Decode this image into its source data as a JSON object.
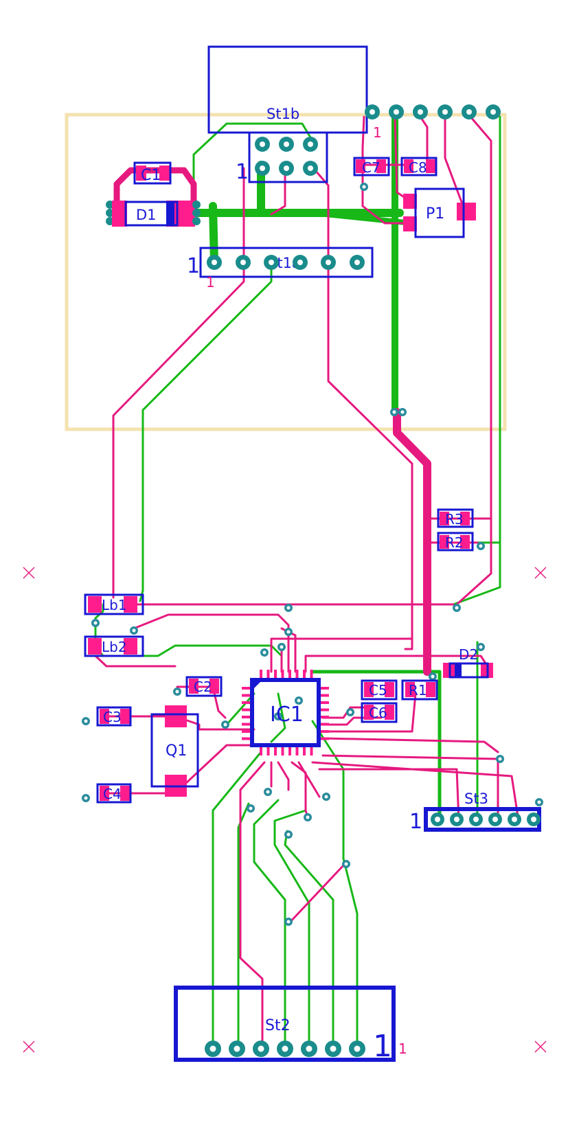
{
  "colors": {
    "background": "#ffffff",
    "top_copper": "#e6197f",
    "bottom_copper": "#17b817",
    "silkscreen": "#1717d2",
    "board_outline": "#f3e2b0",
    "pad_ring": "#1a8c8c"
  },
  "components": {
    "st1b": {
      "label": "St1b",
      "pin1_marker": "1",
      "pin1_small": "1"
    },
    "st1a": {
      "label": "St1a",
      "pin1_marker": "1",
      "pin1_small": "1"
    },
    "st2": {
      "label": "St2",
      "pin1_marker": "1",
      "pin1_small": "1"
    },
    "st3": {
      "label": "St3",
      "pin1_marker": "1"
    },
    "c1": {
      "label": "C1"
    },
    "d1": {
      "label": "D1"
    },
    "c7": {
      "label": "C7"
    },
    "c8": {
      "label": "C8"
    },
    "p1": {
      "label": "P1"
    },
    "r3": {
      "label": "R3"
    },
    "r2": {
      "label": "R2"
    },
    "lb1": {
      "label": "Lb1"
    },
    "lb2": {
      "label": "Lb2"
    },
    "d2": {
      "label": "D2"
    },
    "c2": {
      "label": "C2"
    },
    "c5": {
      "label": "C5"
    },
    "r1": {
      "label": "R1"
    },
    "c6": {
      "label": "C6"
    },
    "c3": {
      "label": "C3"
    },
    "c4": {
      "label": "C4"
    },
    "q1": {
      "label": "Q1"
    },
    "ic1": {
      "label": "IC1"
    }
  }
}
